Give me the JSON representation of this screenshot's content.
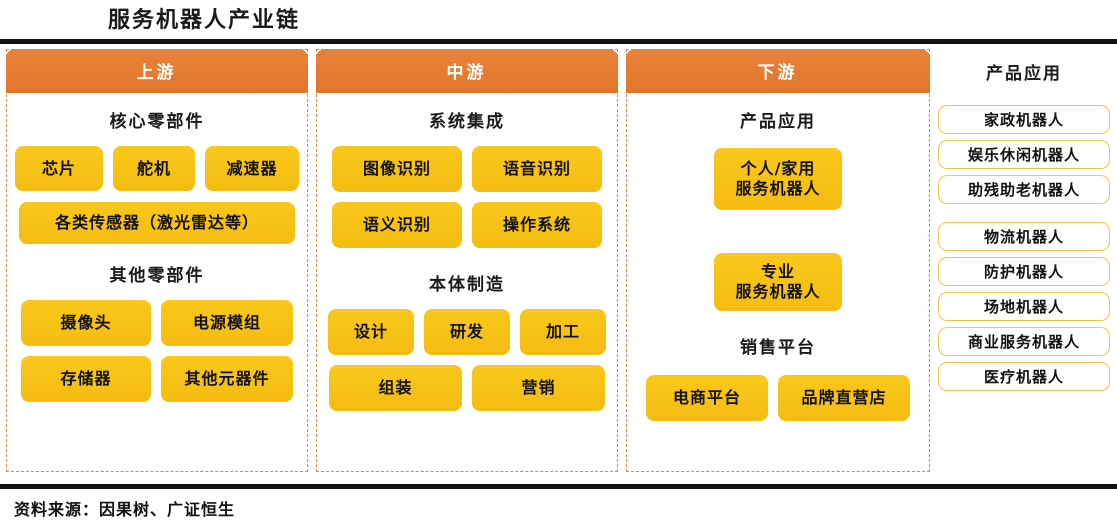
{
  "title": "服务机器人产业链",
  "source": "资料来源：因果树、广证恒生",
  "colors": {
    "header_orange": "#E2762C",
    "chip_yellow": "#FBC81A",
    "dashed_border": "#E8873B",
    "outline_chip_border": "#F0C44A",
    "rule_black": "#141414"
  },
  "columns": [
    {
      "key": "upstream",
      "header": "上游",
      "sections": [
        {
          "label": "核心零部件",
          "rows": [
            [
              "芯片",
              "舵机",
              "减速器"
            ],
            [
              "各类传感器（激光雷达等）"
            ]
          ]
        },
        {
          "label": "其他零部件",
          "rows": [
            [
              "摄像头",
              "电源模组"
            ],
            [
              "存储器",
              "其他元器件"
            ]
          ]
        }
      ]
    },
    {
      "key": "midstream",
      "header": "中游",
      "sections": [
        {
          "label": "系统集成",
          "rows": [
            [
              "图像识别",
              "语音识别"
            ],
            [
              "语义识别",
              "操作系统"
            ]
          ]
        },
        {
          "label": "本体制造",
          "rows": [
            [
              "设计",
              "研发",
              "加工"
            ],
            [
              "组装",
              "营销"
            ]
          ]
        }
      ]
    },
    {
      "key": "downstream",
      "header": "下游",
      "sections": [
        {
          "label": "产品应用",
          "rows": [
            [
              "个人/家用\n服务机器人"
            ],
            [
              "专业\n服务机器人"
            ]
          ]
        },
        {
          "label": "销售平台",
          "rows": [
            [
              "电商平台",
              "品牌直营店"
            ]
          ]
        }
      ]
    }
  ],
  "product_application": {
    "header": "产品应用",
    "groups": [
      [
        "家政机器人",
        "娱乐休闲机器人",
        "助残助老机器人"
      ],
      [
        "物流机器人",
        "防护机器人",
        "场地机器人",
        "商业服务机器人",
        "医疗机器人"
      ]
    ]
  }
}
